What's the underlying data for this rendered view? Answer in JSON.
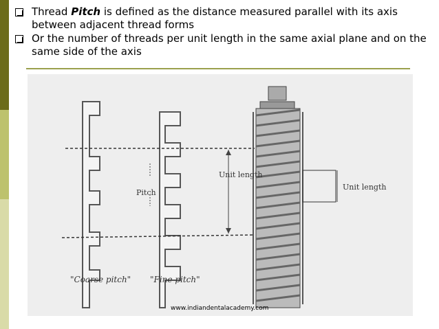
{
  "slide": {
    "bullets": [
      {
        "pre": "Thread ",
        "emph": "Pitch",
        "post": " is defined as the distance measured parallel with its axis between adjacent thread forms"
      },
      {
        "pre": "Or the number of threads per unit length in the same axial plane and on the same side of the axis",
        "emph": "",
        "post": ""
      }
    ]
  },
  "figure": {
    "coarse_caption": "\"Coarse pitch\"",
    "fine_caption": "\"Fine pitch\"",
    "pitch_label": "Pitch",
    "unit_length_label": "Unit length",
    "unit_length_label_2": "Unit length"
  },
  "footer": {
    "website": "www.indiandentalacademy.com"
  },
  "colors": {
    "accent_dark": "#6b6b1a",
    "accent_light": "#b8bd6a",
    "rule": "#9aa04c"
  }
}
